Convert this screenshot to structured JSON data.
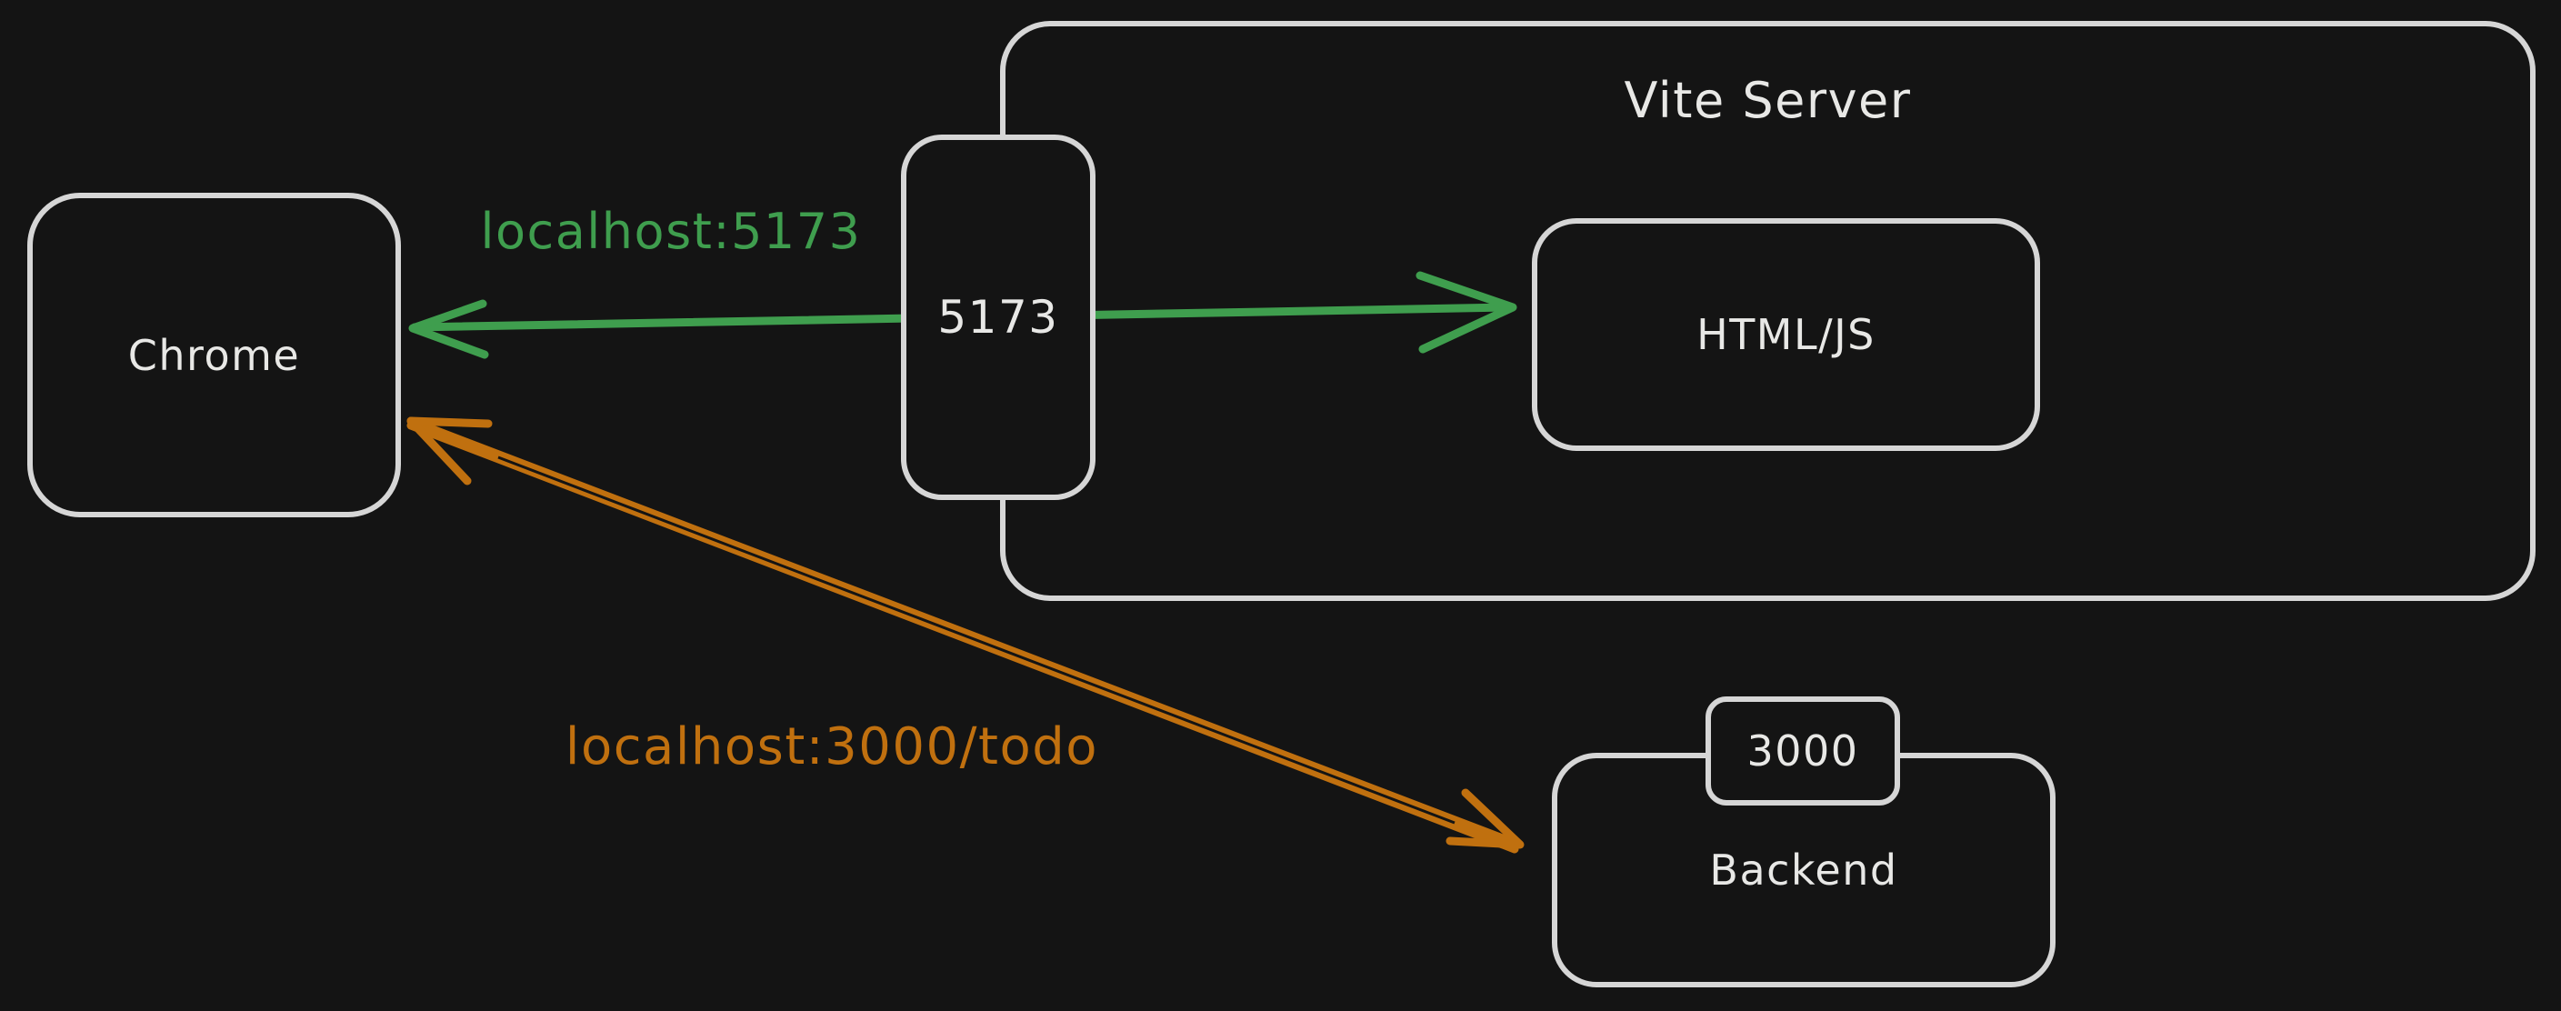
{
  "canvas": {
    "background": "#141414",
    "shape_stroke": "#d6d6d6",
    "text_color": "#e8e8e6"
  },
  "nodes": {
    "chrome": {
      "label": "Chrome"
    },
    "vite_server": {
      "title": "Vite Server"
    },
    "port_5173": {
      "label": "5173"
    },
    "html_js": {
      "label": "HTML/JS"
    },
    "port_3000": {
      "label": "3000"
    },
    "backend": {
      "label": "Backend"
    }
  },
  "edges": {
    "dev_server": {
      "label": "localhost:5173",
      "color": "#3f9e4e",
      "from": "Chrome",
      "to": "HTML/JS",
      "arrowheads": "both-ends"
    },
    "api": {
      "label": "localhost:3000/todo",
      "color": "#c0700f",
      "from": "Chrome",
      "to": "Backend",
      "arrowheads": "both-ends"
    }
  }
}
